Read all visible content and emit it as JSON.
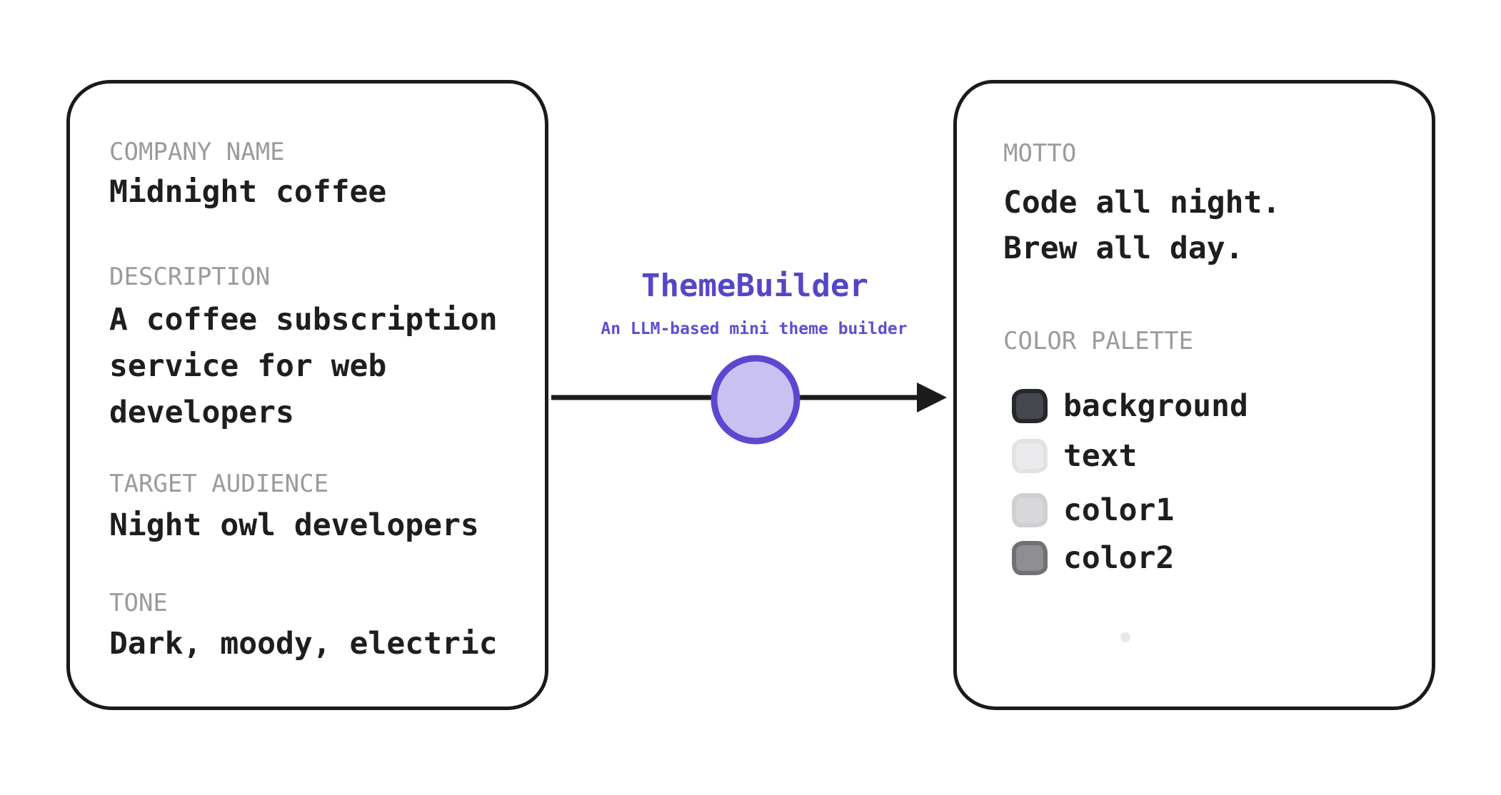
{
  "colors": {
    "card_border": "#1b1b1b",
    "body_text": "#1e1e1e",
    "label_gray": "#9b9b9b",
    "accent_purple": "#5546c8",
    "subtitle_purple": "#5d4fd0",
    "circle_fill": "#c9c1f1",
    "circle_stroke": "#5b48d0",
    "arrow_black": "#1b1b1b",
    "faint_dot": "#e9e9e9"
  },
  "input_card": {
    "sections": [
      {
        "label": "COMPANY NAME",
        "value": "Midnight coffee"
      },
      {
        "label": "DESCRIPTION",
        "value": "A coffee subscription\nservice for web\ndevelopers"
      },
      {
        "label": "TARGET AUDIENCE",
        "value": "Night owl developers"
      },
      {
        "label": "TONE",
        "value": "Dark, moody, electric"
      }
    ]
  },
  "builder": {
    "title": "ThemeBuilder",
    "subtitle": "An LLM-based mini theme builder",
    "circle_fill": "#c9c1f1",
    "circle_stroke": "#5b48d0"
  },
  "output_card": {
    "motto_label": "MOTTO",
    "motto_value": "Code all night.\nBrew all day.",
    "palette_label": "COLOR PALETTE",
    "palette": [
      {
        "name": "background",
        "color": "#45484e",
        "border": "#26282d"
      },
      {
        "name": "text",
        "color": "#ebebed",
        "border": "#e2e2e4"
      },
      {
        "name": "color1",
        "color": "#d8d8da",
        "border": "#cfcfd1"
      },
      {
        "name": "color2",
        "color": "#8f8f93",
        "border": "#717175"
      }
    ]
  }
}
